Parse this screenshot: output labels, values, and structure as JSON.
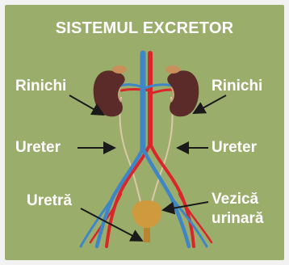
{
  "title": "SISTEMUL EXCRETOR",
  "labels": {
    "kidney_left": "Rinichi",
    "kidney_right": "Rinichi",
    "ureter_left": "Ureter",
    "ureter_right": "Ureter",
    "urethra": "Uretră",
    "bladder_line1": "Vezică",
    "bladder_line2": "urinară"
  },
  "colors": {
    "panel_background": "#9aad6b",
    "label_text": "#ffffff",
    "kidney": "#5a2b28",
    "artery": "#d8262b",
    "vein": "#3f86c7",
    "bladder": "#cf9a3d"
  }
}
